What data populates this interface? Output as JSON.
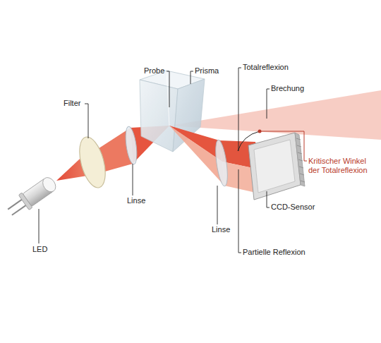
{
  "diagram": {
    "labels": [
      "Probe",
      "Prisma",
      "Totalreflexion",
      "Brechung",
      "Filter",
      "Kritischer Winkel der Totalreflexion",
      "Linse",
      "CCD-Sensor",
      "Linse",
      "Partielle Reflexion",
      "LED"
    ]
  }
}
